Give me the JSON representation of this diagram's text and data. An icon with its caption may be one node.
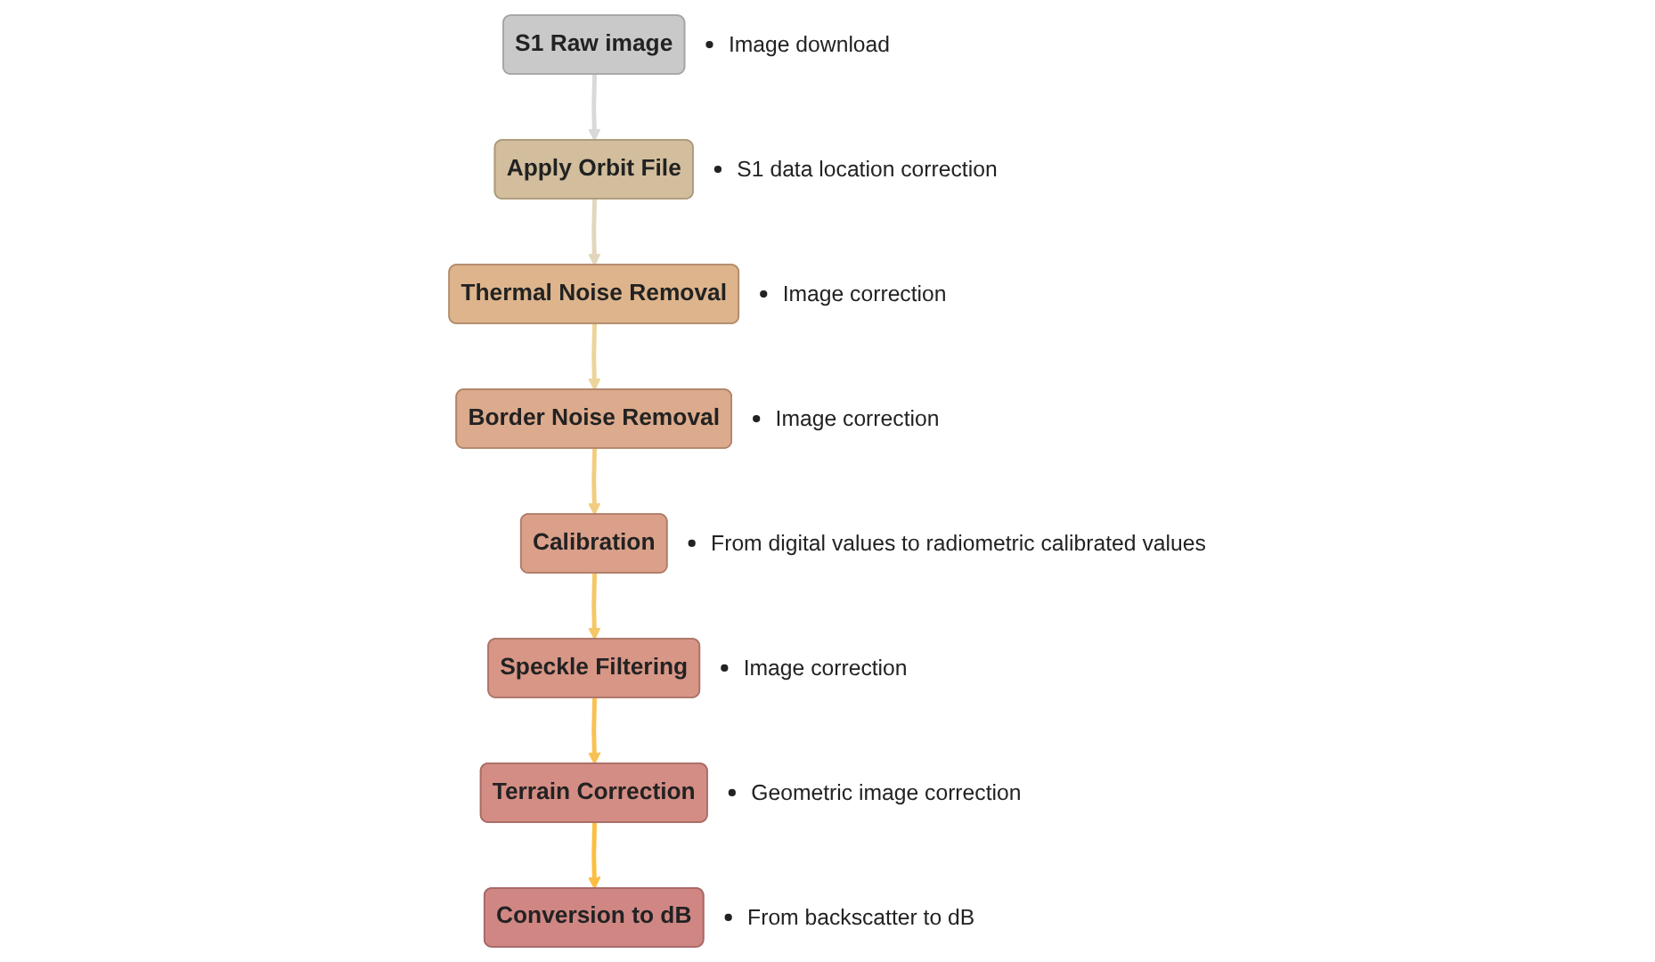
{
  "diagram": {
    "nodes": [
      {
        "text": [
          "S1 Raw image"
        ],
        "beside": [
          "Image download"
        ]
      },
      {
        "text": [
          "Apply Orbit File"
        ],
        "beside": [
          "S1 data location correction"
        ]
      },
      {
        "text": [
          "Thermal Noise Removal"
        ],
        "beside": [
          "Image correction"
        ]
      },
      {
        "text": [
          "Border Noise Removal"
        ],
        "beside": [
          "Image correction"
        ]
      },
      {
        "text": [
          "Calibration"
        ],
        "beside": [
          "From digital values to radiometric calibrated values"
        ]
      },
      {
        "text": [
          "Speckle Filtering"
        ],
        "beside": [
          "Image correction"
        ]
      },
      {
        "text": [
          "Terrain Correction"
        ],
        "beside": [
          "Geometric image correction"
        ]
      },
      {
        "text": [
          "Conversion to dB"
        ],
        "beside": [
          "From backscatter to dB"
        ]
      }
    ],
    "edges": [
      {
        "from": 0,
        "to": 1,
        "arrow": "to",
        "color": "#d9d9d9"
      },
      {
        "from": 1,
        "to": 2,
        "arrow": "to",
        "color": "#e2d6bd"
      },
      {
        "from": 2,
        "to": 3,
        "arrow": "to",
        "color": "#ecd49b"
      },
      {
        "from": 3,
        "to": 4,
        "arrow": "to",
        "color": "#f2cd80"
      },
      {
        "from": 4,
        "to": 5,
        "arrow": "to",
        "color": "#f5c767"
      },
      {
        "from": 5,
        "to": 6,
        "arrow": "to",
        "color": "#f8c253"
      },
      {
        "from": 6,
        "to": 7,
        "arrow": "to",
        "color": "#fbbe42"
      }
    ]
  }
}
